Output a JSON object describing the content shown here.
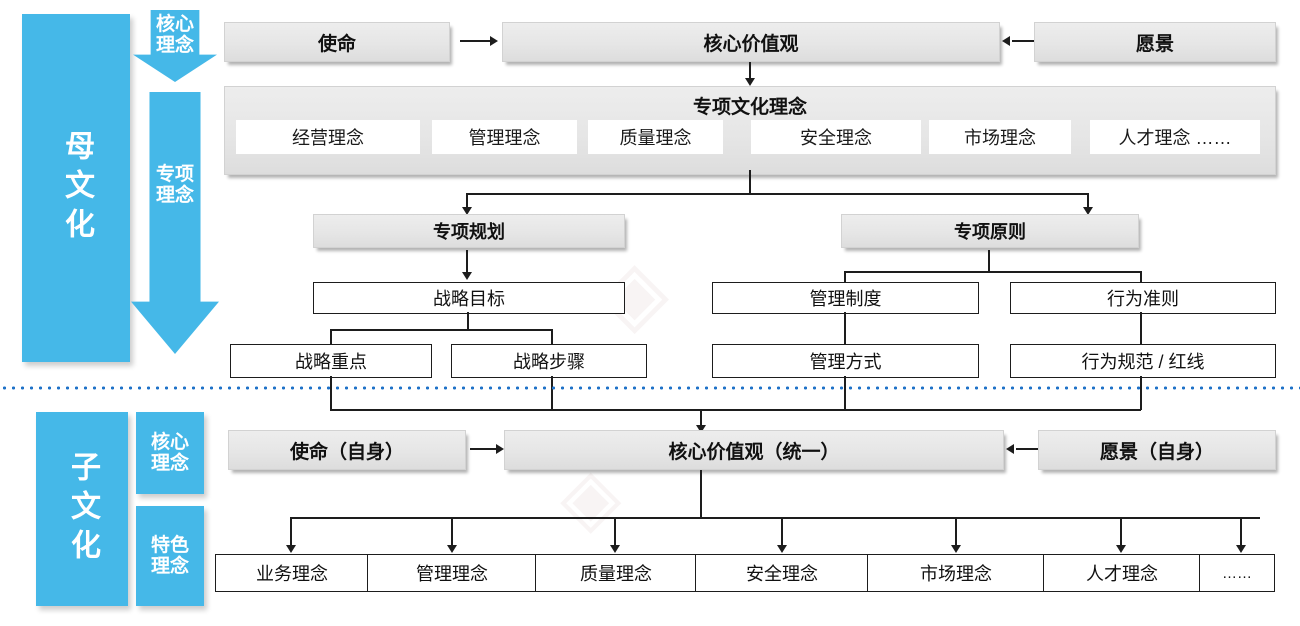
{
  "colors": {
    "blue": "#45B8E8",
    "divider": "#1F72C8",
    "box_grey": "#E6E6E6",
    "outline": "#1d1d1d"
  },
  "parent": {
    "band_label": "母文化",
    "stage_core": "核心\n理念",
    "stage_core_l1": "核心",
    "stage_core_l2": "理念",
    "stage_special_l1": "专项",
    "stage_special_l2": "理念",
    "mission": "使命",
    "core_values": "核心价值观",
    "vision": "愿景",
    "special_culture_title": "专项文化理念",
    "special_culture_items": [
      "经营理念",
      "管理理念",
      "质量理念",
      "安全理念",
      "市场理念",
      "人才理念  ……"
    ],
    "special_plan": "专项规划",
    "special_principle": "专项原则",
    "strategy_goal": "战略目标",
    "strategy_focus": "战略重点",
    "strategy_steps": "战略步骤",
    "mgmt_system": "管理制度",
    "conduct_guideline": "行为准则",
    "mgmt_method": "管理方式",
    "conduct_norm": "行为规范 / 红线"
  },
  "child": {
    "band_label": "子文化",
    "stage_core_l1": "核心",
    "stage_core_l2": "理念",
    "stage_feature_l1": "特色",
    "stage_feature_l2": "理念",
    "mission": "使命（自身）",
    "core_values": "核心价值观（统一）",
    "vision": "愿景（自身）",
    "items": [
      "业务理念",
      "管理理念",
      "质量理念",
      "安全理念",
      "市场理念",
      "人才理念",
      "……"
    ]
  }
}
